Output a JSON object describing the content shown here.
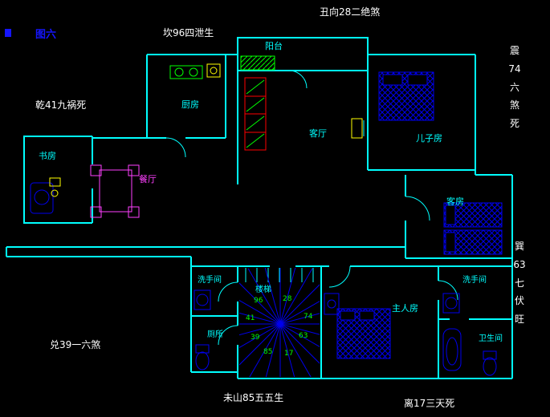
{
  "colors": {
    "background": "#000000",
    "wall": "#00ffff",
    "furniture": "#0000ff",
    "hatch_green": "#00ff00",
    "dining_set": "#ff40ff",
    "sofa": "#ff0000",
    "appliance_yellow": "#ffff00",
    "annotation_text": "#ffffff",
    "figure_text": "#1515ff"
  },
  "annotations": {
    "figure": "图六",
    "top": "丑向28二绝煞",
    "kan": "坎96四泄生",
    "qian": "乾41九祸死",
    "zhen": "震\n74\n六\n煞\n死",
    "xun": "巽\n63\n七\n伏\n旺",
    "dui": "兑39一六煞",
    "wei": "未山85五五生",
    "li": "离17三天死"
  },
  "rooms": {
    "balcony": "阳台",
    "kitchen": "厨房",
    "living": "客厅",
    "sons_room": "儿子房",
    "dining": "餐厅",
    "study": "书房",
    "guest": "客房",
    "washroom_left": "洗手间",
    "toilet": "厕所",
    "stairs": "楼梯",
    "master": "主人房",
    "washroom_right": "洗手间",
    "bathroom": "卫生间"
  },
  "compass": {
    "numbers": [
      {
        "value": "96"
      },
      {
        "value": "28"
      },
      {
        "value": "41"
      },
      {
        "value": "74"
      },
      {
        "value": "39"
      },
      {
        "value": "63"
      },
      {
        "value": "85"
      },
      {
        "value": "17"
      }
    ]
  }
}
